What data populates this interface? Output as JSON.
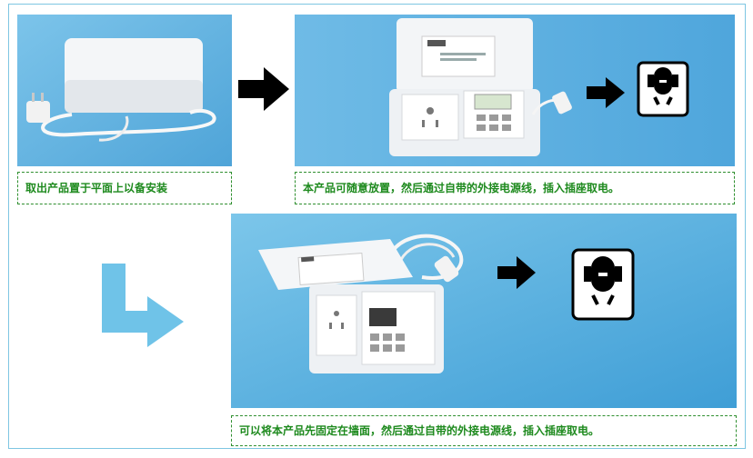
{
  "captions": {
    "step1": "取出产品置于平面上以备安装",
    "step2": "本产品可随意放置，然后通过自带的外接电源线，插入插座取电。",
    "step3": "可以将本产品先固定在墙面，然后通过自带的外接电源线，插入插座取电。"
  },
  "icons": {
    "arrow": "black-right-arrow-icon",
    "socket": "wall-socket-icon",
    "flow": "blue-down-right-arrow-icon"
  },
  "colors": {
    "photo_bg": "#5fb0e0",
    "caption_text": "#1e8a1e",
    "flow_arrow": "#6fc3e8"
  }
}
